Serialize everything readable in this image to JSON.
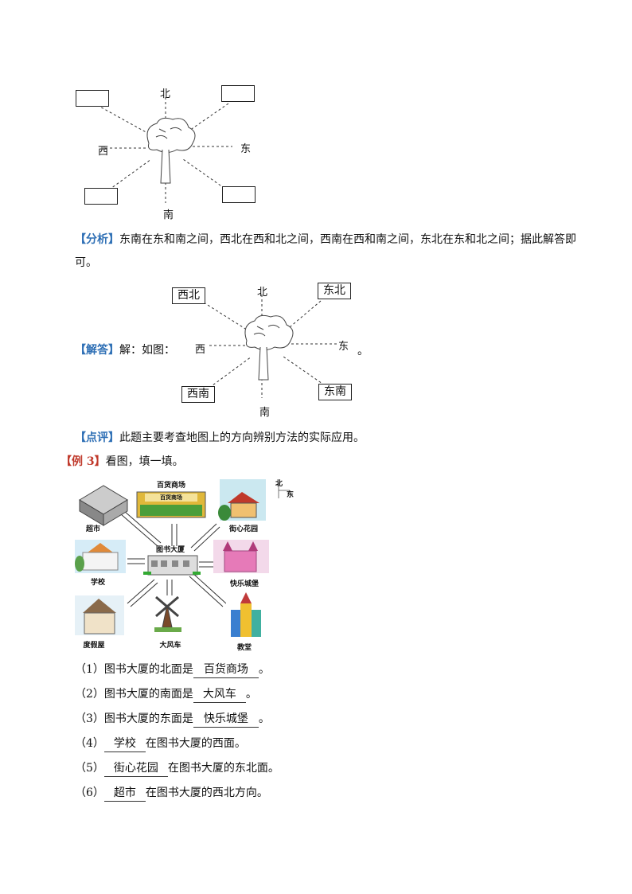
{
  "diagram1": {
    "north": "北",
    "south": "南",
    "east": "东",
    "west": "西"
  },
  "analysis": {
    "tag": "【分析】",
    "line1": "东南在东和南之间，西北在西和北之间，西南在西和南之间，东北在东和北之间；据此解答即",
    "line2": "可。"
  },
  "answer": {
    "tag": "【解答】",
    "text": "解：如图：",
    "end": "。",
    "northwest": "西北",
    "northeast": "东北",
    "southwest": "西南",
    "southeast": "东南",
    "north": "北",
    "south": "南",
    "east": "东",
    "west": "西"
  },
  "comment": {
    "tag": "【点评】",
    "text": "此题主要考查地图上的方向辨别方法的实际应用。"
  },
  "example3": {
    "tag": "【例 3】",
    "text": "看图，填一填。"
  },
  "map": {
    "compass_north": "北",
    "compass_east": "东",
    "center": "图书大厦",
    "supermarket": "超市",
    "department_store": "百货商场",
    "store_sign": "百货商场",
    "garden": "街心花园",
    "school": "学校",
    "castle": "快乐城堡",
    "resort": "度假屋",
    "windmill": "大风车",
    "church": "教堂"
  },
  "questions": [
    {
      "num": "（1）",
      "before": "图书大厦的北面是",
      "answer": "百货商场",
      "after": "。"
    },
    {
      "num": "（2）",
      "before": "图书大厦的南面是",
      "answer": "大风车",
      "after": "。"
    },
    {
      "num": "（3）",
      "before": "图书大厦的东面是",
      "answer": "快乐城堡",
      "after": "。"
    },
    {
      "num": "（4）",
      "before": "",
      "answer": "学校",
      "after": "在图书大厦的西面。"
    },
    {
      "num": "（5）",
      "before": "",
      "answer": "街心花园",
      "after": "在图书大厦的东北面。"
    },
    {
      "num": "（6）",
      "before": "",
      "answer": "超市",
      "after": "在图书大厦的西北方向。"
    }
  ]
}
